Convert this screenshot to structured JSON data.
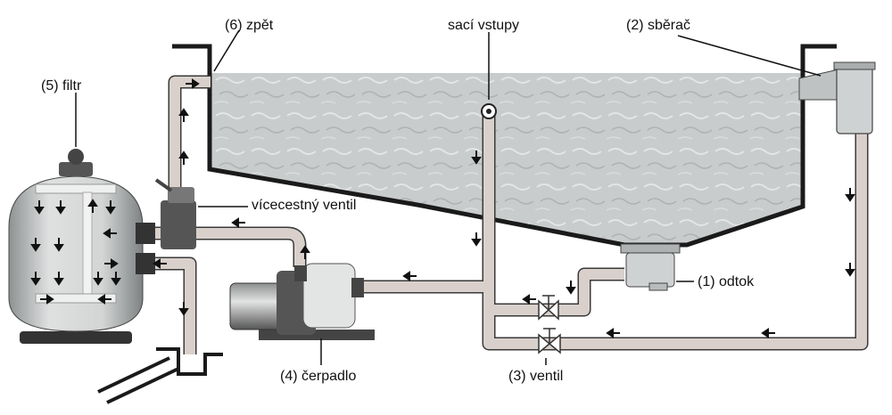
{
  "labels": {
    "return": "(6) zpět",
    "suction": "sací vstupy",
    "skimmer": "(2) sběrač",
    "filter": "(5) filtr",
    "multiport": "vícecestný ventil",
    "drain": "(1) odtok",
    "pump": "(4) čerpadlo",
    "valve": "(3) ventil"
  },
  "colors": {
    "water": "#c9cccd",
    "pipe": "#d9d0cc",
    "pipe_edge": "#3a3a3a",
    "wall": "#1a1a1a",
    "filter_body": "#cfd2d2",
    "arrow": "#111111"
  },
  "icons": [
    "flow-arrow-icon",
    "valve-icon",
    "pump-motor-icon",
    "skimmer-icon",
    "drain-icon"
  ]
}
